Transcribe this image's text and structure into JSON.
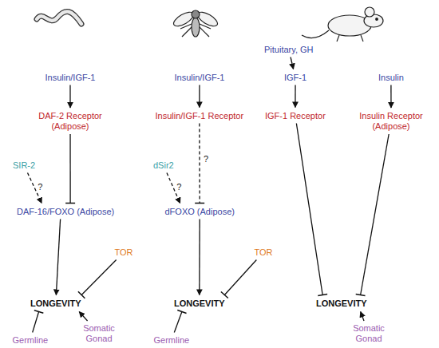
{
  "diagram": {
    "nodes": [
      {
        "text": [
          "Pituitary, GH"
        ]
      },
      {
        "text": [
          "Insulin/IGF-1"
        ]
      },
      {
        "text": [
          "Insulin/IGF-1"
        ]
      },
      {
        "text": [
          "IGF-1"
        ]
      },
      {
        "text": [
          "Insulin"
        ]
      },
      {
        "text": [
          "DAF-2 Receptor (Adipose)"
        ]
      },
      {
        "text": [
          "Insulin/IGF-1 Receptor"
        ]
      },
      {
        "text": [
          "IGF-1 Receptor"
        ]
      },
      {
        "text": [
          "Insulin Receptor (Adipose)"
        ]
      },
      {
        "text": [
          "SIR-2"
        ]
      },
      {
        "text": [
          "dSir2"
        ]
      },
      {
        "text": [
          "DAF-16/FOXO (Adipose)"
        ]
      },
      {
        "text": [
          "dFOXO (Adipose)"
        ]
      },
      {
        "text": [
          "TOR"
        ]
      },
      {
        "text": [
          "TOR"
        ]
      },
      {
        "text": [
          "LONGEVITY"
        ]
      },
      {
        "text": [
          "LONGEVITY"
        ]
      },
      {
        "text": [
          "LONGEVITY"
        ]
      },
      {
        "text": [
          "Germline"
        ]
      },
      {
        "text": [
          "Somatic Gonad"
        ]
      },
      {
        "text": [
          "Germline"
        ]
      },
      {
        "text": [
          "Somatic Gonad"
        ]
      }
    ],
    "edges": [
      {
        "from": 1,
        "to": 5,
        "arrow": "to"
      },
      {
        "from": 5,
        "to": 11,
        "arrow": "to"
      },
      {
        "from": 9,
        "to": 11,
        "arrow": "to",
        "label": "?"
      },
      {
        "from": 11,
        "to": 15,
        "arrow": "to"
      },
      {
        "from": 13,
        "to": 15,
        "arrow": "to"
      },
      {
        "from": 18,
        "to": 15,
        "arrow": "to"
      },
      {
        "from": 19,
        "to": 15,
        "arrow": "to"
      },
      {
        "from": 0,
        "to": 3,
        "arrow": "to"
      },
      {
        "from": 2,
        "to": 6,
        "arrow": "to"
      },
      {
        "from": 6,
        "to": 12,
        "arrow": "to",
        "label": "?"
      },
      {
        "from": 10,
        "to": 12,
        "arrow": "to",
        "label": "?"
      },
      {
        "from": 12,
        "to": 16,
        "arrow": "to"
      },
      {
        "from": 14,
        "to": 16,
        "arrow": "to"
      },
      {
        "from": 20,
        "to": 16,
        "arrow": "to"
      },
      {
        "from": 3,
        "to": 7,
        "arrow": "to"
      },
      {
        "from": 4,
        "to": 8,
        "arrow": "to"
      },
      {
        "from": 7,
        "to": 17,
        "arrow": "to"
      },
      {
        "from": 8,
        "to": 17,
        "arrow": "to"
      },
      {
        "from": 21,
        "to": 17,
        "arrow": "to"
      }
    ]
  }
}
